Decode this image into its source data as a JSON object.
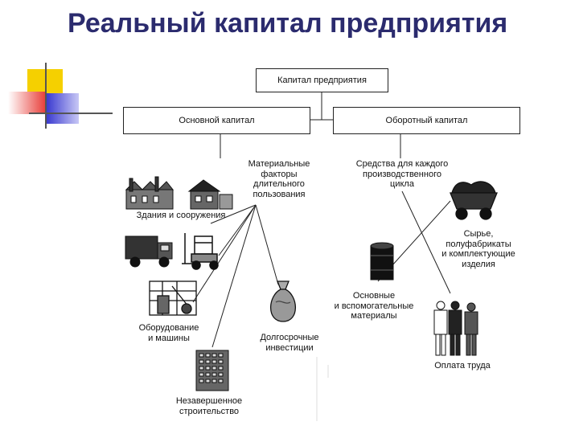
{
  "title": "Реальный капитал предприятия",
  "diagram": {
    "root": "Капитал предприятия",
    "left_branch": "Основной капитал",
    "right_branch": "Оборотный капитал",
    "left_category": "Материальные\nфакторы\nдлительного\nпользования",
    "right_category": "Средства для каждого\nпроизводственного\nцикла",
    "left_items": [
      "Здания и сооружения",
      "Оборудование\nи машины",
      "Незавершенное\nстроительство",
      "Долгосрочные\nинвестиции"
    ],
    "right_items": [
      "Сырье,\nполуфабрикаты\nи комплектующие\nизделия",
      "Основные\nи вспомогательные\nматериалы",
      "Оплата труда"
    ]
  },
  "icons": [
    "buildings-icon",
    "truck-icon",
    "forklift-icon",
    "equipment-icon",
    "construction-building-icon",
    "money-bag-icon",
    "coal-cart-icon",
    "barrel-icon",
    "workers-icon"
  ],
  "colors": {
    "title": "#2b2b6e",
    "deco_yellow": "#f5d000",
    "deco_red": "#e8413c",
    "deco_blue": "#3a3ad0"
  }
}
